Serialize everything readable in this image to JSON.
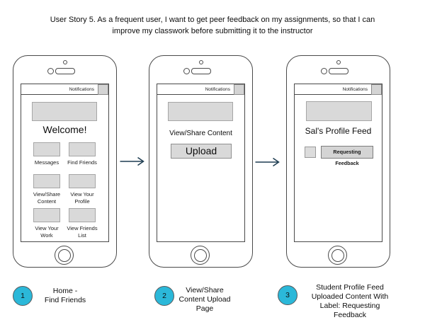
{
  "title": {
    "line1": "User Story 5. As a frequent user, I want to get peer feedback on my assignments, so that I can",
    "line2": "improve my classwork before submitting it to the instructor"
  },
  "phones": [
    {
      "notifications_label": "Notifications",
      "heading": "Welcome!",
      "tiles": [
        "Messages",
        "Find Friends",
        "View/Share\nContent",
        "View Your\nProfile",
        "View Your\nWork",
        "View Friends\nList"
      ]
    },
    {
      "notifications_label": "Notifications",
      "heading": "View/Share Content",
      "upload_button_label": "Upload"
    },
    {
      "notifications_label": "Notifications",
      "heading": "Sal's Profile Feed",
      "feed_item_label": "Requesting Feedback"
    }
  ],
  "legend": [
    {
      "number": "1",
      "label": "Home -\nFind Friends"
    },
    {
      "number": "2",
      "label": "View/Share\nContent Upload\nPage"
    },
    {
      "number": "3",
      "label": "Student Profile Feed\nUploaded Content With\nLabel: Requesting\nFeedback"
    }
  ],
  "colors": {
    "accent": "#2bb8d9",
    "box_fill": "#d9d9d9",
    "arrow": "#1d3c50"
  }
}
